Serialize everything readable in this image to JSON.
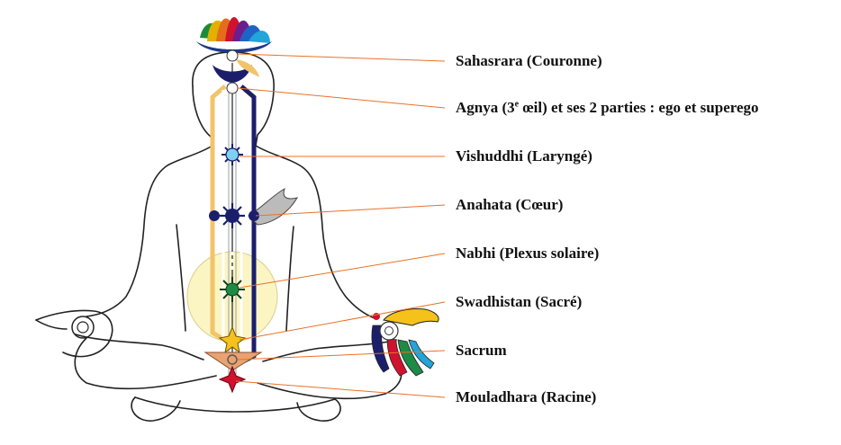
{
  "colors": {
    "leader_line": "#e8722a",
    "body_outline": "#222222",
    "solar_glow": "#fbf5c4",
    "channel_left": "#f2c46a",
    "channel_right": "#1b1f6b",
    "channel_center": "#9aa0a6"
  },
  "chakras": [
    {
      "id": "sahasrara",
      "label_main": "Sahasrara (Couronne)",
      "sup": "",
      "label_rest": "",
      "icon": "lotus-icon"
    },
    {
      "id": "agnya",
      "label_main": "Agnya (3",
      "sup": "e",
      "label_rest": " œil) et ses 2 parties : ego et superego",
      "icon": "eye-point-icon"
    },
    {
      "id": "vishuddhi",
      "label_main": "Vishuddhi (Laryngé)",
      "sup": "",
      "label_rest": "",
      "icon": "sun-blue-icon"
    },
    {
      "id": "anahata",
      "label_main": "Anahata (Cœur)",
      "sup": "",
      "label_rest": "",
      "icon": "sun-navy-icon"
    },
    {
      "id": "nabhi",
      "label_main": "Nabhi (Plexus solaire)",
      "sup": "",
      "label_rest": "",
      "icon": "sun-green-icon"
    },
    {
      "id": "swadhistan",
      "label_main": "Swadhistan (Sacré)",
      "sup": "",
      "label_rest": "",
      "icon": "star-yellow-icon"
    },
    {
      "id": "sacrum",
      "label_main": "Sacrum",
      "sup": "",
      "label_rest": "",
      "icon": "triangle-icon"
    },
    {
      "id": "mouladhara",
      "label_main": "Mouladhara (Racine)",
      "sup": "",
      "label_rest": "",
      "icon": "star-red-icon"
    }
  ]
}
